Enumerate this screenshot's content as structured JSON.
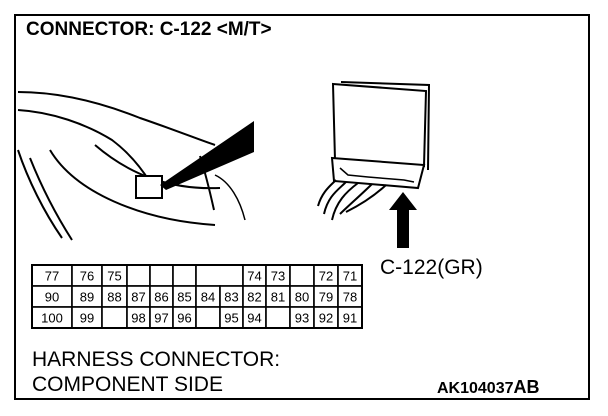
{
  "title": "CONNECTOR: C-122 <M/T>",
  "connector_callout": "C-122(GR)",
  "footer": {
    "line1": "HARNESS CONNECTOR:",
    "line2": "COMPONENT SIDE"
  },
  "code": {
    "main": "AK104037",
    "suffix": "AB"
  },
  "connector": {
    "rows": [
      [
        "77",
        "76",
        "75",
        "",
        "",
        "",
        "",
        "74",
        "73",
        "",
        "72",
        "71"
      ],
      [
        "90",
        "89",
        "88",
        "87",
        "86",
        "85",
        "84",
        "83",
        "82",
        "81",
        "80",
        "79",
        "78"
      ],
      [
        "100",
        "99",
        "",
        "98",
        "97",
        "96",
        "",
        "95",
        "94",
        "",
        "93",
        "92",
        "91"
      ]
    ]
  }
}
